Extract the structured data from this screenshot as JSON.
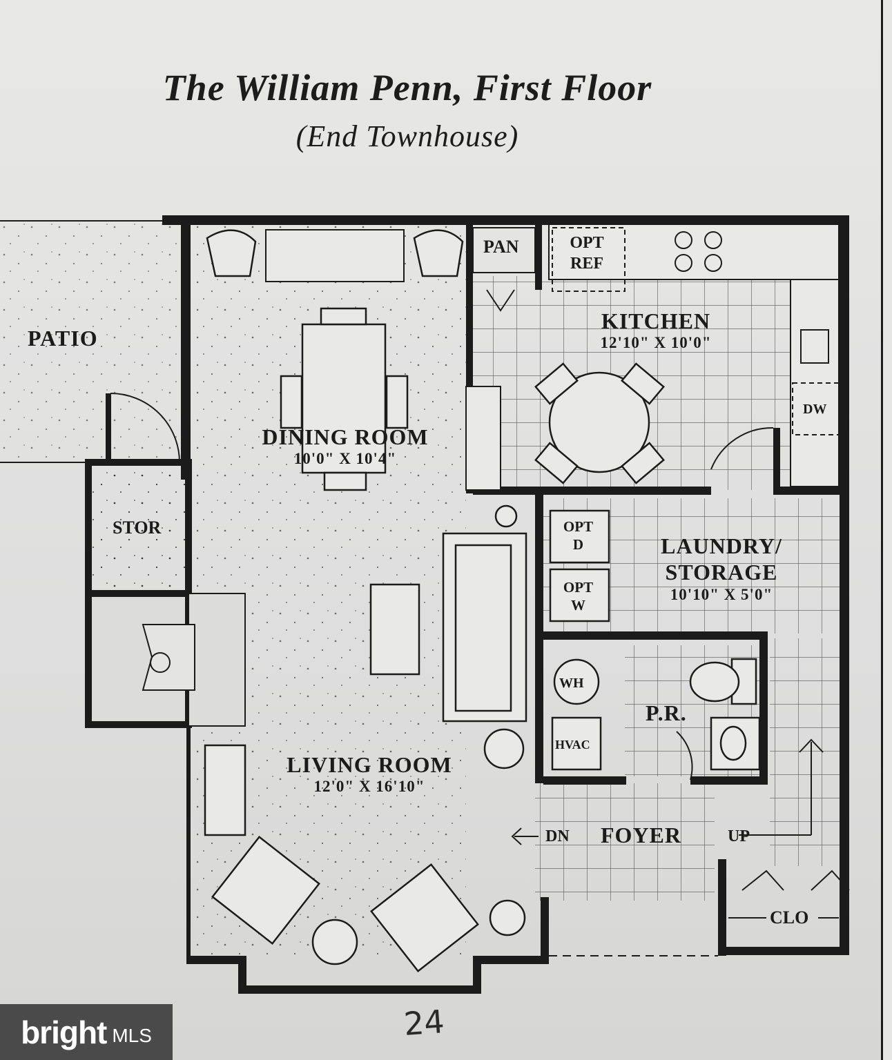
{
  "header": {
    "title": "The William Penn, First Floor",
    "subtitle": "(End Townhouse)"
  },
  "rooms": {
    "patio": "PATIO",
    "dining": {
      "name": "DINING ROOM",
      "dims": "10'0\" X 10'4\""
    },
    "kitchen": {
      "name": "KITCHEN",
      "dims": "12'10\" X 10'0\""
    },
    "laundry": {
      "name_line1": "LAUNDRY/",
      "name_line2": "STORAGE",
      "dims": "10'10\" X 5'0\""
    },
    "living": {
      "name": "LIVING ROOM",
      "dims": "12'0\" X 16'10\""
    },
    "powder": "P.R.",
    "foyer": "FOYER",
    "storage": "STOR",
    "closet": "CLO"
  },
  "fixtures": {
    "pantry": "PAN",
    "opt_ref_line1": "OPT",
    "opt_ref_line2": "REF",
    "dishwasher": "DW",
    "opt_dryer_line1": "OPT",
    "opt_dryer_line2": "D",
    "opt_washer_line1": "OPT",
    "opt_washer_line2": "W",
    "water_heater": "WH",
    "hvac": "HVAC",
    "stairs_down": "DN",
    "stairs_up": "UP"
  },
  "watermark": {
    "brand": "bright",
    "suffix": "MLS"
  },
  "handwritten_note": "24",
  "colors": {
    "ink": "#1b1b1b",
    "paper": "#e4e4e2",
    "logo_bg": "#4a4a4a"
  }
}
